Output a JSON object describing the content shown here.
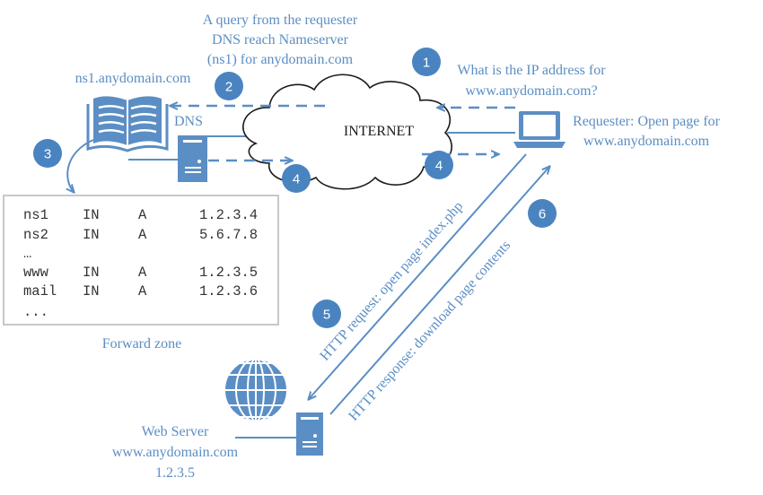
{
  "labels": {
    "query_line1": "A query from the requester",
    "query_line2": "DNS reach Nameserver",
    "query_line3": "(ns1) for anydomain.com",
    "ns1_label": "ns1.anydomain.com",
    "dns_label": "DNS",
    "internet_label": "INTERNET",
    "question_line1": "What is the IP address for",
    "question_line2": "www.anydomain.com?",
    "requester_line1": "Requester: Open page for",
    "requester_line2": "www.anydomain.com",
    "forward_zone": "Forward zone",
    "webserver_line1": "Web Server",
    "webserver_line2": "www.anydomain.com",
    "webserver_line3": "1.2.3.5",
    "http_request": "HTTP request: open page index.php",
    "http_response": "HTTP response: download page contents"
  },
  "steps": {
    "s1": "1",
    "s2": "2",
    "s3": "3",
    "s4a": "4",
    "s4b": "4",
    "s5": "5",
    "s6": "6"
  },
  "zone_records": [
    {
      "name": "ns1",
      "class": "IN",
      "type": "A",
      "value": "1.2.3.4"
    },
    {
      "name": "ns2",
      "class": "IN",
      "type": "A",
      "value": "5.6.7.8"
    },
    {
      "name": "…",
      "class": "",
      "type": "",
      "value": ""
    },
    {
      "name": "www",
      "class": "IN",
      "type": "A",
      "value": "1.2.3.5"
    },
    {
      "name": "mail",
      "class": "IN",
      "type": "A",
      "value": "1.2.3.6"
    },
    {
      "name": "...",
      "class": "",
      "type": "",
      "value": ""
    }
  ],
  "colors": {
    "accent": "#5b8ec4",
    "badge": "#4a84c0",
    "text_dark": "#1a1a1a",
    "zone_border": "#b5b5b5"
  },
  "icons": {
    "book": "open-book-icon",
    "server": "server-tower-icon",
    "cloud": "internet-cloud-icon",
    "laptop": "laptop-icon",
    "globe": "globe-icon"
  }
}
